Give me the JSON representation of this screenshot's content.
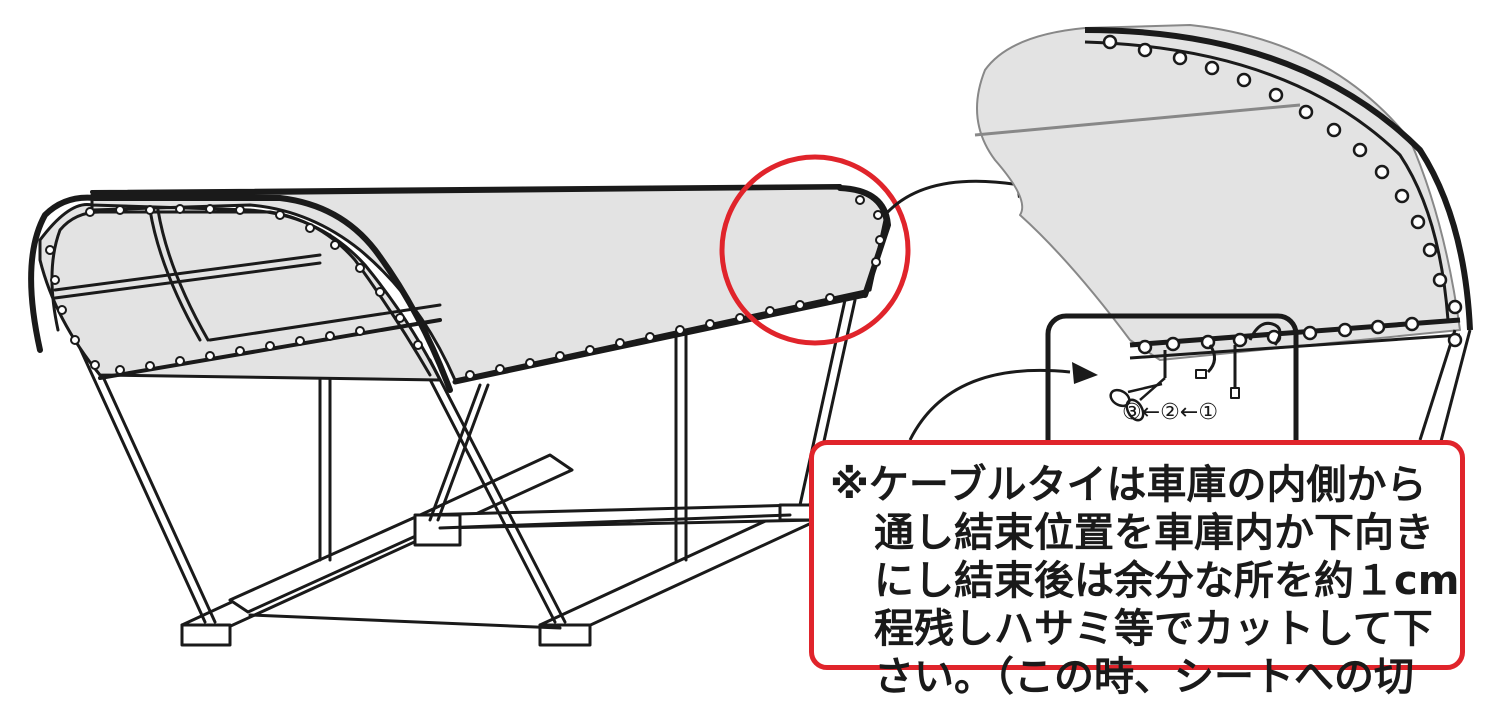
{
  "diagram": {
    "step_sequence": "③←②←①",
    "colors": {
      "sheet": "#e3e3e3",
      "line": "#1a1a1a",
      "highlight_red": "#e0242b",
      "note_border": "#e0242b"
    }
  },
  "note": {
    "lines": [
      "※ケーブルタイは車庫の内側から",
      "通し結束位置を車庫内か下向き",
      "にし結束後は余分な所を約１cm",
      "程残しハサミ等でカットして下",
      "さい。（この時、シートへの切"
    ]
  }
}
